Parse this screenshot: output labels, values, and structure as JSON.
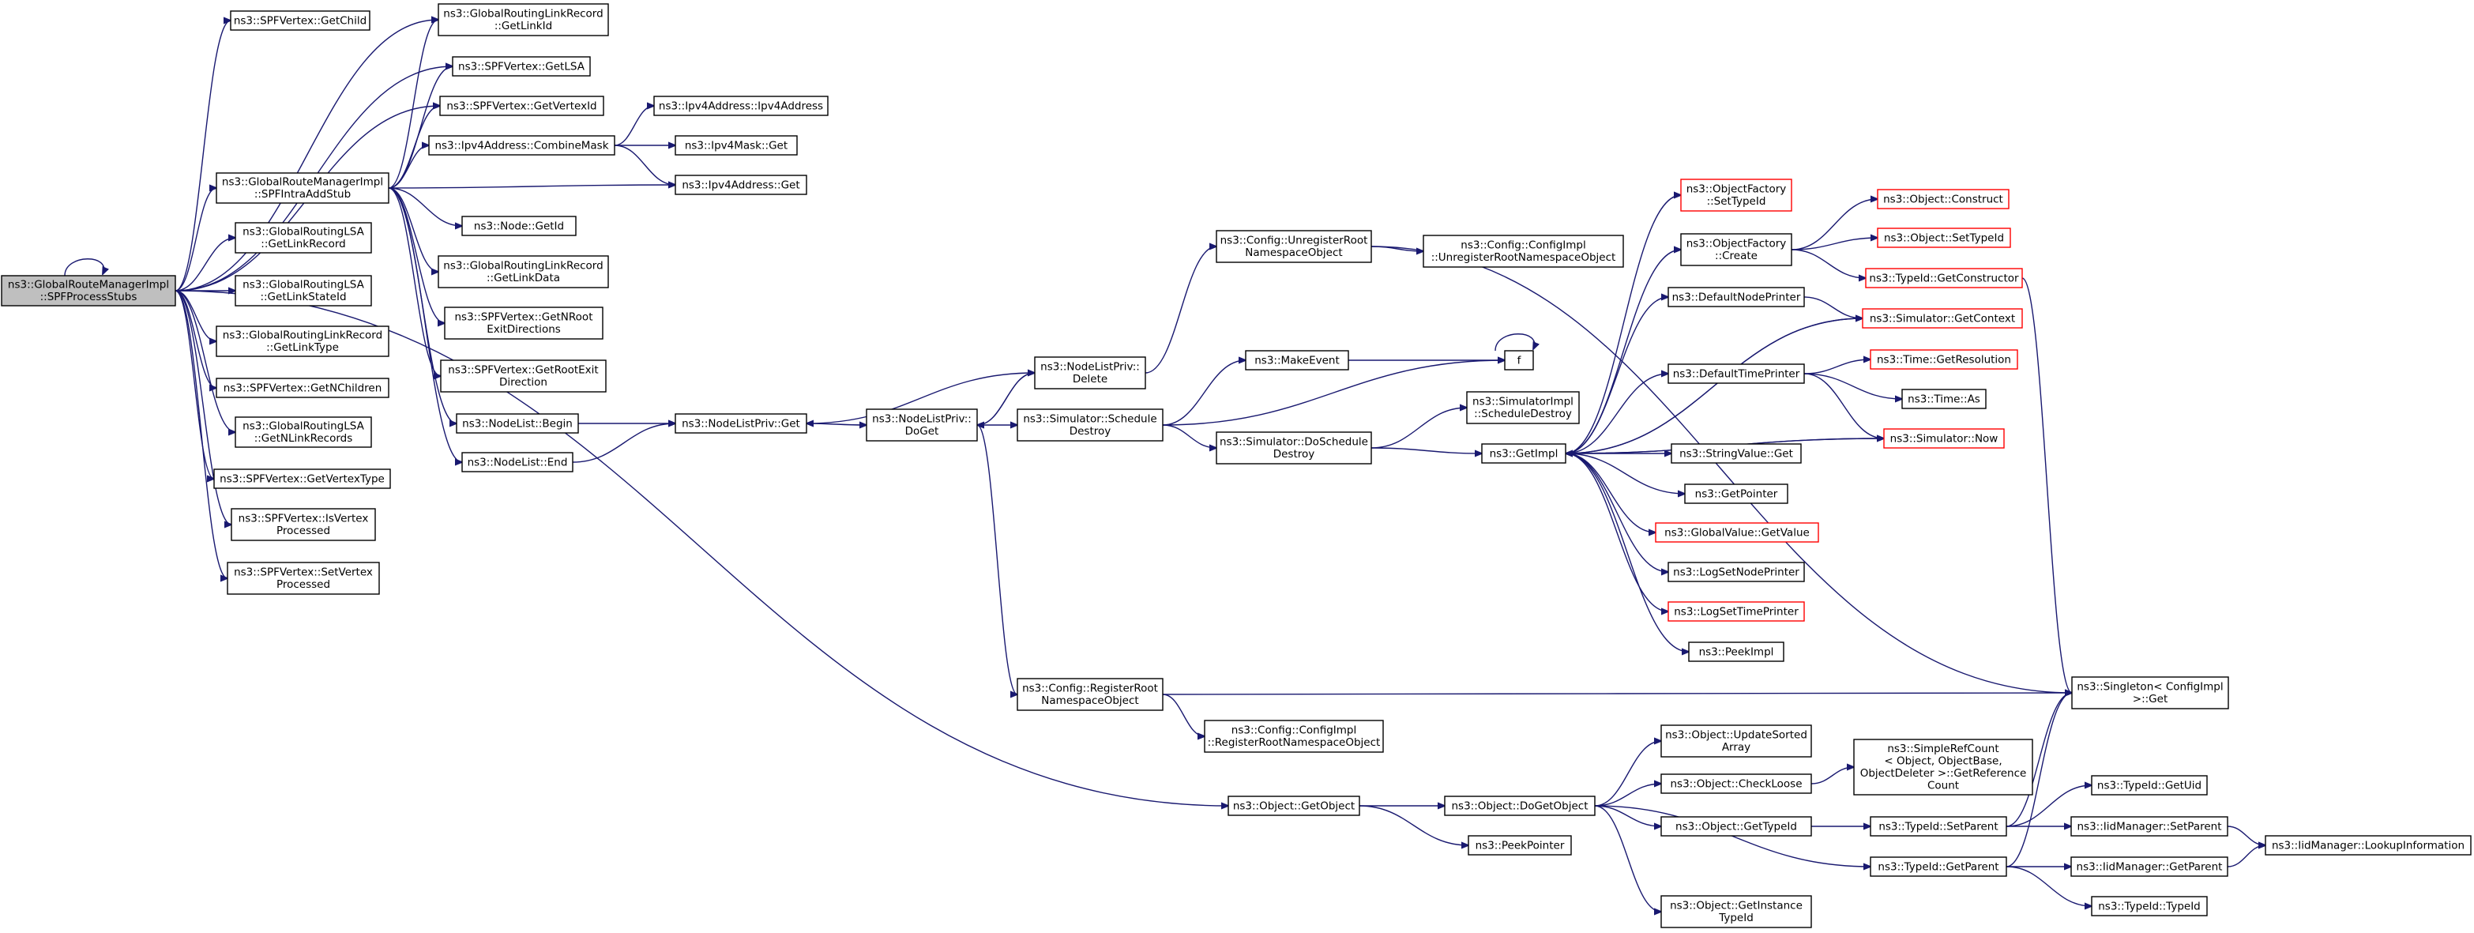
{
  "diagram": {
    "nodes": [
      {
        "id": "root",
        "lines": [
          "ns3::GlobalRouteManagerImpl",
          "::SPFProcessStubs"
        ],
        "style": "root"
      },
      {
        "id": "getchild",
        "lines": [
          "ns3::SPFVertex::GetChild"
        ]
      },
      {
        "id": "glrlr_linkid",
        "lines": [
          "ns3::GlobalRoutingLinkRecord",
          "::GetLinkId"
        ]
      },
      {
        "id": "getlsa",
        "lines": [
          "ns3::SPFVertex::GetLSA"
        ]
      },
      {
        "id": "getvertexid",
        "lines": [
          "ns3::SPFVertex::GetVertexId"
        ]
      },
      {
        "id": "spfintra",
        "lines": [
          "ns3::GlobalRouteManagerImpl",
          "::SPFIntraAddStub"
        ]
      },
      {
        "id": "combinemask",
        "lines": [
          "ns3::Ipv4Address::CombineMask"
        ]
      },
      {
        "id": "ipv4addr_ctor",
        "lines": [
          "ns3::Ipv4Address::Ipv4Address"
        ]
      },
      {
        "id": "ipv4mask_get",
        "lines": [
          "ns3::Ipv4Mask::Get"
        ]
      },
      {
        "id": "ipv4addr_get",
        "lines": [
          "ns3::Ipv4Address::Get"
        ]
      },
      {
        "id": "node_getid",
        "lines": [
          "ns3::Node::GetId"
        ]
      },
      {
        "id": "glsa_linkrecord",
        "lines": [
          "ns3::GlobalRoutingLSA",
          "::GetLinkRecord"
        ]
      },
      {
        "id": "glrlr_linkdata",
        "lines": [
          "ns3::GlobalRoutingLinkRecord",
          "::GetLinkData"
        ]
      },
      {
        "id": "glsa_linkstateid",
        "lines": [
          "ns3::GlobalRoutingLSA",
          "::GetLinkStateId"
        ]
      },
      {
        "id": "glrlr_linktype",
        "lines": [
          "ns3::GlobalRoutingLinkRecord",
          "::GetLinkType"
        ]
      },
      {
        "id": "getnroot",
        "lines": [
          "ns3::SPFVertex::GetNRoot",
          "ExitDirections"
        ]
      },
      {
        "id": "getrootexit",
        "lines": [
          "ns3::SPFVertex::GetRootExit",
          "Direction"
        ]
      },
      {
        "id": "getnchildren",
        "lines": [
          "ns3::SPFVertex::GetNChildren"
        ]
      },
      {
        "id": "glsa_nlinkrecords",
        "lines": [
          "ns3::GlobalRoutingLSA",
          "::GetNLinkRecords"
        ]
      },
      {
        "id": "nodelist_begin",
        "lines": [
          "ns3::NodeList::Begin"
        ]
      },
      {
        "id": "nodelist_end",
        "lines": [
          "ns3::NodeList::End"
        ]
      },
      {
        "id": "getvertextype",
        "lines": [
          "ns3::SPFVertex::GetVertexType"
        ]
      },
      {
        "id": "isvertexprocessed",
        "lines": [
          "ns3::SPFVertex::IsVertex",
          "Processed"
        ]
      },
      {
        "id": "setvertexprocessed",
        "lines": [
          "ns3::SPFVertex::SetVertex",
          "Processed"
        ]
      },
      {
        "id": "nlpriv_get",
        "lines": [
          "ns3::NodeListPriv::Get"
        ]
      },
      {
        "id": "nlpriv_doget",
        "lines": [
          "ns3::NodeListPriv::",
          "DoGet"
        ]
      },
      {
        "id": "nlpriv_delete",
        "lines": [
          "ns3::NodeListPriv::",
          "Delete"
        ]
      },
      {
        "id": "sim_schedule",
        "lines": [
          "ns3::Simulator::Schedule",
          "Destroy"
        ]
      },
      {
        "id": "makeevent",
        "lines": [
          "ns3::MakeEvent"
        ]
      },
      {
        "id": "f",
        "lines": [
          "f"
        ]
      },
      {
        "id": "cfg_unreg",
        "lines": [
          "ns3::Config::UnregisterRoot",
          "NamespaceObject"
        ]
      },
      {
        "id": "cfgimpl_unreg",
        "lines": [
          "ns3::Config::ConfigImpl",
          "::UnregisterRootNamespaceObject"
        ]
      },
      {
        "id": "simimpl_sched",
        "lines": [
          "ns3::SimulatorImpl",
          "::ScheduleDestroy"
        ]
      },
      {
        "id": "sim_dosched",
        "lines": [
          "ns3::Simulator::DoSchedule",
          "Destroy"
        ]
      },
      {
        "id": "getimpl",
        "lines": [
          "ns3::GetImpl"
        ]
      },
      {
        "id": "of_settypeid",
        "lines": [
          "ns3::ObjectFactory",
          "::SetTypeId"
        ],
        "style": "trunc"
      },
      {
        "id": "of_create",
        "lines": [
          "ns3::ObjectFactory",
          "::Create"
        ]
      },
      {
        "id": "obj_construct",
        "lines": [
          "ns3::Object::Construct"
        ],
        "style": "trunc"
      },
      {
        "id": "obj_settypeid",
        "lines": [
          "ns3::Object::SetTypeId"
        ],
        "style": "trunc"
      },
      {
        "id": "typeid_getctor",
        "lines": [
          "ns3::TypeId::GetConstructor"
        ],
        "style": "trunc"
      },
      {
        "id": "defnodeprinter",
        "lines": [
          "ns3::DefaultNodePrinter"
        ]
      },
      {
        "id": "sim_getcontext",
        "lines": [
          "ns3::Simulator::GetContext"
        ],
        "style": "trunc"
      },
      {
        "id": "deftimeprinter",
        "lines": [
          "ns3::DefaultTimePrinter"
        ]
      },
      {
        "id": "time_getres",
        "lines": [
          "ns3::Time::GetResolution"
        ],
        "style": "trunc"
      },
      {
        "id": "time_as",
        "lines": [
          "ns3::Time::As"
        ]
      },
      {
        "id": "sim_now",
        "lines": [
          "ns3::Simulator::Now"
        ],
        "style": "trunc"
      },
      {
        "id": "strval_get",
        "lines": [
          "ns3::StringValue::Get"
        ]
      },
      {
        "id": "getpointer",
        "lines": [
          "ns3::GetPointer"
        ]
      },
      {
        "id": "gv_getvalue",
        "lines": [
          "ns3::GlobalValue::GetValue"
        ],
        "style": "trunc"
      },
      {
        "id": "logsetnodeprinter",
        "lines": [
          "ns3::LogSetNodePrinter"
        ]
      },
      {
        "id": "logsettimeprinter",
        "lines": [
          "ns3::LogSetTimePrinter"
        ],
        "style": "trunc"
      },
      {
        "id": "peekimpl",
        "lines": [
          "ns3::PeekImpl"
        ]
      },
      {
        "id": "cfg_reg",
        "lines": [
          "ns3::Config::RegisterRoot",
          "NamespaceObject"
        ]
      },
      {
        "id": "cfgimpl_reg",
        "lines": [
          "ns3::Config::ConfigImpl",
          "::RegisterRootNamespaceObject"
        ]
      },
      {
        "id": "singleton_get",
        "lines": [
          "ns3::Singleton< ConfigImpl",
          " >::Get"
        ]
      },
      {
        "id": "obj_getobject",
        "lines": [
          "ns3::Object::GetObject"
        ]
      },
      {
        "id": "obj_dogetobject",
        "lines": [
          "ns3::Object::DoGetObject"
        ]
      },
      {
        "id": "peekpointer",
        "lines": [
          "ns3::PeekPointer"
        ]
      },
      {
        "id": "obj_updsorted",
        "lines": [
          "ns3::Object::UpdateSorted",
          "Array"
        ]
      },
      {
        "id": "obj_checkloose",
        "lines": [
          "ns3::Object::CheckLoose"
        ]
      },
      {
        "id": "simplerefcount",
        "lines": [
          "ns3::SimpleRefCount",
          "< Object, ObjectBase,",
          "ObjectDeleter >::GetReference",
          "Count"
        ]
      },
      {
        "id": "obj_gettypeid",
        "lines": [
          "ns3::Object::GetTypeId"
        ]
      },
      {
        "id": "typeid_setparent",
        "lines": [
          "ns3::TypeId::SetParent"
        ]
      },
      {
        "id": "typeid_getuid",
        "lines": [
          "ns3::TypeId::GetUid"
        ]
      },
      {
        "id": "iid_setparent",
        "lines": [
          "ns3::IidManager::SetParent"
        ]
      },
      {
        "id": "iid_lookup",
        "lines": [
          "ns3::IidManager::LookupInformation"
        ]
      },
      {
        "id": "typeid_getparent",
        "lines": [
          "ns3::TypeId::GetParent"
        ]
      },
      {
        "id": "iid_getparent",
        "lines": [
          "ns3::IidManager::GetParent"
        ]
      },
      {
        "id": "typeid_typeid",
        "lines": [
          "ns3::TypeId::TypeId"
        ]
      },
      {
        "id": "obj_getinstance",
        "lines": [
          "ns3::Object::GetInstance",
          "TypeId"
        ]
      }
    ],
    "edges": [
      [
        "root",
        "root"
      ],
      [
        "root",
        "getchild"
      ],
      [
        "root",
        "glrlr_linkid"
      ],
      [
        "root",
        "getlsa"
      ],
      [
        "root",
        "getvertexid"
      ],
      [
        "root",
        "spfintra"
      ],
      [
        "root",
        "glsa_linkrecord"
      ],
      [
        "root",
        "glsa_linkstateid"
      ],
      [
        "root",
        "glrlr_linktype"
      ],
      [
        "root",
        "getnchildren"
      ],
      [
        "root",
        "glsa_nlinkrecords"
      ],
      [
        "root",
        "getvertextype"
      ],
      [
        "root",
        "isvertexprocessed"
      ],
      [
        "root",
        "setvertexprocessed"
      ],
      [
        "root",
        "obj_getobject"
      ],
      [
        "spfintra",
        "glrlr_linkid"
      ],
      [
        "spfintra",
        "getlsa"
      ],
      [
        "spfintra",
        "getvertexid"
      ],
      [
        "spfintra",
        "combinemask"
      ],
      [
        "spfintra",
        "ipv4addr_get"
      ],
      [
        "spfintra",
        "node_getid"
      ],
      [
        "spfintra",
        "glrlr_linkdata"
      ],
      [
        "spfintra",
        "getnroot"
      ],
      [
        "spfintra",
        "getrootexit"
      ],
      [
        "spfintra",
        "nodelist_begin"
      ],
      [
        "spfintra",
        "nodelist_end"
      ],
      [
        "combinemask",
        "ipv4addr_ctor"
      ],
      [
        "combinemask",
        "ipv4mask_get"
      ],
      [
        "combinemask",
        "ipv4addr_get"
      ],
      [
        "nodelist_begin",
        "nlpriv_get"
      ],
      [
        "nodelist_end",
        "nlpriv_get"
      ],
      [
        "nlpriv_get",
        "nlpriv_doget"
      ],
      [
        "nlpriv_doget",
        "nlpriv_delete"
      ],
      [
        "nlpriv_doget",
        "sim_schedule"
      ],
      [
        "nlpriv_doget",
        "cfg_reg"
      ],
      [
        "nlpriv_delete",
        "nlpriv_doget"
      ],
      [
        "nlpriv_delete",
        "nlpriv_get"
      ],
      [
        "nlpriv_delete",
        "cfg_unreg"
      ],
      [
        "sim_schedule",
        "makeevent"
      ],
      [
        "sim_schedule",
        "f"
      ],
      [
        "sim_schedule",
        "sim_dosched"
      ],
      [
        "makeevent",
        "f"
      ],
      [
        "f",
        "f"
      ],
      [
        "cfg_unreg",
        "cfgimpl_unreg"
      ],
      [
        "cfg_unreg",
        "singleton_get"
      ],
      [
        "sim_dosched",
        "simimpl_sched"
      ],
      [
        "sim_dosched",
        "getimpl"
      ],
      [
        "getimpl",
        "of_settypeid"
      ],
      [
        "getimpl",
        "of_create"
      ],
      [
        "getimpl",
        "defnodeprinter"
      ],
      [
        "getimpl",
        "sim_getcontext"
      ],
      [
        "getimpl",
        "deftimeprinter"
      ],
      [
        "getimpl",
        "sim_now"
      ],
      [
        "getimpl",
        "strval_get"
      ],
      [
        "getimpl",
        "getpointer"
      ],
      [
        "getimpl",
        "gv_getvalue"
      ],
      [
        "getimpl",
        "logsetnodeprinter"
      ],
      [
        "getimpl",
        "logsettimeprinter"
      ],
      [
        "getimpl",
        "peekimpl"
      ],
      [
        "of_create",
        "obj_construct"
      ],
      [
        "of_create",
        "obj_settypeid"
      ],
      [
        "of_create",
        "typeid_getctor"
      ],
      [
        "typeid_getctor",
        "singleton_get"
      ],
      [
        "defnodeprinter",
        "sim_getcontext"
      ],
      [
        "sim_getcontext",
        "getimpl"
      ],
      [
        "deftimeprinter",
        "time_getres"
      ],
      [
        "deftimeprinter",
        "time_as"
      ],
      [
        "deftimeprinter",
        "sim_now"
      ],
      [
        "sim_now",
        "getimpl"
      ],
      [
        "cfg_reg",
        "cfgimpl_reg"
      ],
      [
        "cfg_reg",
        "singleton_get"
      ],
      [
        "obj_getobject",
        "obj_dogetobject"
      ],
      [
        "obj_getobject",
        "peekpointer"
      ],
      [
        "obj_dogetobject",
        "obj_updsorted"
      ],
      [
        "obj_dogetobject",
        "obj_checkloose"
      ],
      [
        "obj_dogetobject",
        "obj_gettypeid"
      ],
      [
        "obj_dogetobject",
        "typeid_getparent"
      ],
      [
        "obj_dogetobject",
        "obj_getinstance"
      ],
      [
        "obj_checkloose",
        "simplerefcount"
      ],
      [
        "obj_gettypeid",
        "typeid_setparent"
      ],
      [
        "typeid_setparent",
        "typeid_getuid"
      ],
      [
        "typeid_setparent",
        "iid_setparent"
      ],
      [
        "typeid_setparent",
        "singleton_get"
      ],
      [
        "typeid_getparent",
        "iid_getparent"
      ],
      [
        "typeid_getparent",
        "typeid_typeid"
      ],
      [
        "typeid_getparent",
        "singleton_get"
      ],
      [
        "iid_setparent",
        "iid_lookup"
      ],
      [
        "iid_getparent",
        "iid_lookup"
      ]
    ],
    "colors": {
      "edge": "#191970",
      "root_fill": "#bfbfbf",
      "node_fill": "#ffffff",
      "node_border": "#000000",
      "truncated_border": "#ff0000"
    }
  }
}
